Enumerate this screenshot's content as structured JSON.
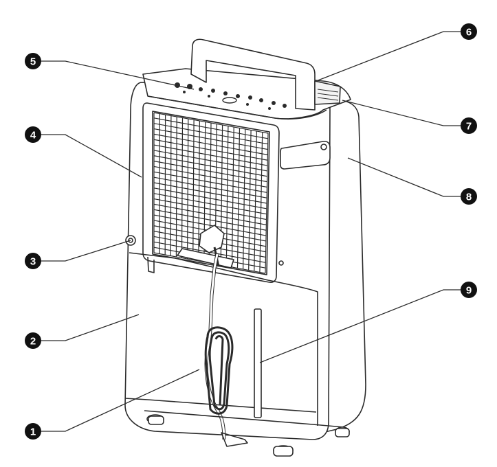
{
  "figure": {
    "stroke_color": "#2a2a2a",
    "callout_fill": "#111111",
    "callout_text_color": "#ffffff",
    "callouts": [
      {
        "id": "c1",
        "number": "1"
      },
      {
        "id": "c2",
        "number": "2"
      },
      {
        "id": "c3",
        "number": "3"
      },
      {
        "id": "c4",
        "number": "4"
      },
      {
        "id": "c5",
        "number": "5"
      },
      {
        "id": "c6",
        "number": "6"
      },
      {
        "id": "c7",
        "number": "7"
      },
      {
        "id": "c8",
        "number": "8"
      },
      {
        "id": "c9",
        "number": "9"
      }
    ]
  }
}
